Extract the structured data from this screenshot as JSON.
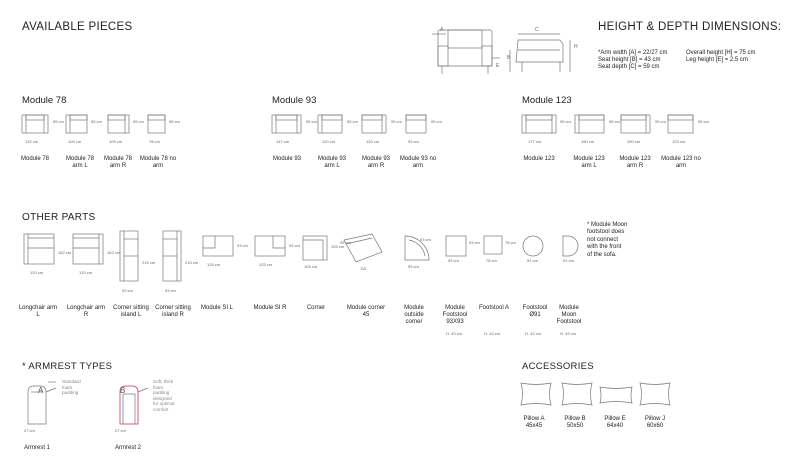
{
  "headings": {
    "available_pieces": "AVAILABLE PIECES",
    "height_depth": "HEIGHT & DEPTH DIMENSIONS:",
    "other_parts": "OTHER PARTS",
    "armrest_types": "* ARMREST TYPES",
    "accessories": "ACCESSORIES"
  },
  "dimension_diagram": {
    "letters": [
      "A",
      "C",
      "H",
      "B",
      "E"
    ],
    "notes_left": [
      "*Arm width [A] = 22/27 cm",
      "Seat height [B] = 43 cm",
      "Seat depth [C] = 59 cm"
    ],
    "notes_right": [
      "Overall height [H] = 75 cm",
      "Leg height [E] = 2.5 cm"
    ]
  },
  "modules": [
    {
      "title": "Module 78",
      "items": [
        {
          "w": "132 cm",
          "h": "95 cm",
          "name": "Module 78"
        },
        {
          "w": "105 cm",
          "h": "95 cm",
          "name": "Module 78 arm L"
        },
        {
          "w": "105 cm",
          "h": "95 cm",
          "name": "Module 78 arm R"
        },
        {
          "w": "78 cm",
          "h": "95 cm",
          "name": "Module 78 no arm"
        }
      ]
    },
    {
      "title": "Module 93",
      "items": [
        {
          "w": "147 cm",
          "h": "95 cm",
          "name": "Module 93"
        },
        {
          "w": "120 cm",
          "h": "95 cm",
          "name": "Module 93 arm L"
        },
        {
          "w": "120 cm",
          "h": "95 cm",
          "name": "Module 93 arm R"
        },
        {
          "w": "93 cm",
          "h": "95 cm",
          "name": "Module 93 no arm"
        }
      ]
    },
    {
      "title": "Module 123",
      "items": [
        {
          "w": "177 cm",
          "h": "95 cm",
          "name": "Module 123"
        },
        {
          "w": "150 cm",
          "h": "95 cm",
          "name": "Module 123 arm L"
        },
        {
          "w": "150 cm",
          "h": "95 cm",
          "name": "Module 123 arm R"
        },
        {
          "w": "123 cm",
          "h": "95 cm",
          "name": "Module 123 no arm"
        }
      ]
    }
  ],
  "other_parts": [
    {
      "name": "Longchair arm L",
      "w": "120 cm",
      "h": "162 cm"
    },
    {
      "name": "Longchair arm R",
      "w": "120 cm",
      "h": "162 cm"
    },
    {
      "name": "Corner sitting island L",
      "w": "93 cm",
      "h": "215 cm"
    },
    {
      "name": "Corner sitting island R",
      "w": "93 cm",
      "h": "215 cm"
    },
    {
      "name": "Module SI L",
      "w": "125 cm",
      "h": "93 cm"
    },
    {
      "name": "Module SI R",
      "w": "125 cm",
      "h": "93 cm"
    },
    {
      "name": "Corner",
      "w": "105 cm",
      "h": "105 cm"
    },
    {
      "name": "Module corner 45",
      "w": "115",
      "h": "95 cm"
    },
    {
      "name": "Module outside corner",
      "w": "93 cm",
      "h": "93 cm"
    },
    {
      "name": "Module Footstool 93X93",
      "w": "93 cm",
      "h": "93 cm",
      "sub": "H. 43 cm"
    },
    {
      "name": "Footstool A",
      "w": "78 cm",
      "h": "78 cm",
      "sub": "H. 43 cm"
    },
    {
      "name": "Footstool Ø91",
      "w": "91 cm",
      "h": "",
      "sub": "H. 43 cm"
    },
    {
      "name": "Module Moon Footstool",
      "w": "91 cm",
      "h": "",
      "sub": "H. 43 cm"
    }
  ],
  "moon_note": [
    "* Module Moon",
    "footstool does",
    "not connect",
    "with the front",
    "of the sofa."
  ],
  "armrests": [
    {
      "name": "Armrest 1",
      "letter": "A",
      "width": "27 cm",
      "note": [
        "Standard",
        "foam",
        "padding"
      ]
    },
    {
      "name": "Armrest 2",
      "letter": "B",
      "width": "27 cm",
      "note": [
        "Soft, thick",
        "foam",
        "padding",
        "designed",
        "for optimal",
        "comfort"
      ]
    }
  ],
  "accessories": [
    {
      "name": "Pillow A",
      "size": "45x45"
    },
    {
      "name": "Pillow B",
      "size": "50x50"
    },
    {
      "name": "Pillow E",
      "size": "64x40"
    },
    {
      "name": "Pillow J",
      "size": "60x60"
    }
  ],
  "colors": {
    "line": "#777777",
    "text": "#222222",
    "accent": "#e05a7a"
  }
}
